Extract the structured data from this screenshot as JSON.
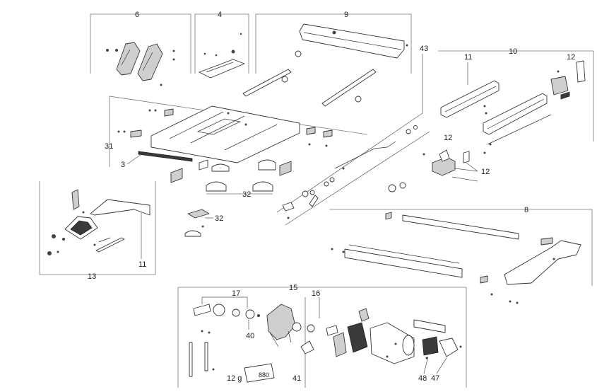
{
  "callouts": {
    "c6": "6",
    "c4": "4",
    "c9": "9",
    "c43": "43",
    "c10": "10",
    "c11_top": "11",
    "c12_top": "12",
    "c31": "31",
    "c3": "3",
    "c32_a": "32",
    "c32_b": "32",
    "c12_mid": "12",
    "c12_mid2": "12",
    "c13": "13",
    "c11_left": "11",
    "c8": "8",
    "c15": "15",
    "c17": "17",
    "c16": "16",
    "c40": "40",
    "c12g": "12 g",
    "c41": "41",
    "c48": "48",
    "c47": "47"
  },
  "tube_label": "880"
}
